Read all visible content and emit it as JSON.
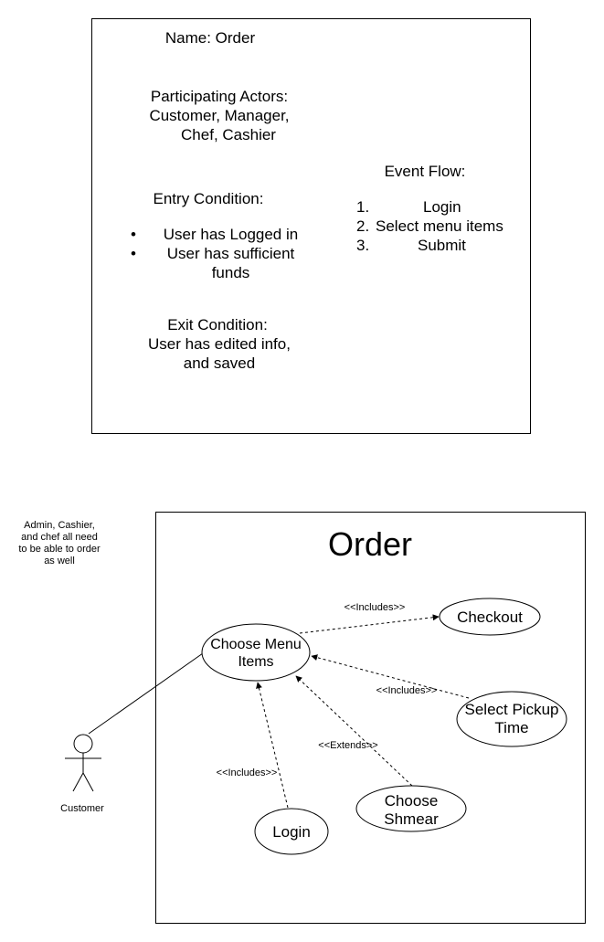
{
  "spec": {
    "name": "Name: Order",
    "actors_heading": "Participating Actors:",
    "actors_line1": "Customer, Manager,",
    "actors_line2": "Chef, Cashier",
    "entry_heading": "Entry Condition:",
    "entry_items": [
      "User has Logged in",
      "User has sufficient",
      "funds"
    ],
    "exit_heading": "Exit Condition:",
    "exit_line1": "User has edited info,",
    "exit_line2": "and saved",
    "flow_heading": "Event Flow:",
    "flow_items": [
      {
        "num": "1.",
        "text": "Login"
      },
      {
        "num": "2.",
        "text": "Select menu items"
      },
      {
        "num": "3.",
        "text": "Submit"
      }
    ]
  },
  "diagram": {
    "title": "Order",
    "note_lines": [
      "Admin, Cashier,",
      "and chef all need",
      "to be able to order",
      "as well"
    ],
    "actor_label": "Customer",
    "usecases": {
      "choose_menu_line1": "Choose Menu",
      "choose_menu_line2": "Items",
      "checkout": "Checkout",
      "select_pickup_line1": "Select Pickup",
      "select_pickup_line2": "Time",
      "login": "Login",
      "choose_shmear_line1": "Choose",
      "choose_shmear_line2": "Shmear"
    },
    "relations": {
      "checkout": "<<Includes>>",
      "pickup": "<<Includes>>",
      "shmear": "<<Extends>>",
      "login": "<<Includes>>"
    }
  }
}
